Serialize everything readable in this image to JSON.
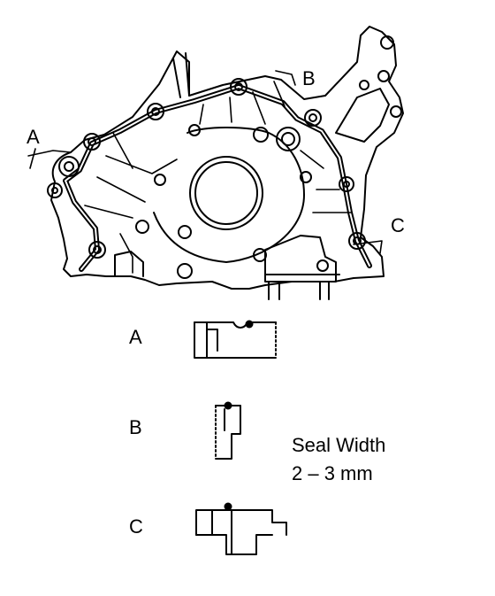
{
  "callouts": {
    "a": "A",
    "b": "B",
    "c": "C"
  },
  "details": [
    {
      "label": "A"
    },
    {
      "label": "B"
    },
    {
      "label": "C"
    }
  ],
  "note": {
    "line1": "Seal Width",
    "line2": "2 – 3 mm"
  },
  "colors": {
    "ink": "#000000",
    "paper": "#ffffff"
  }
}
